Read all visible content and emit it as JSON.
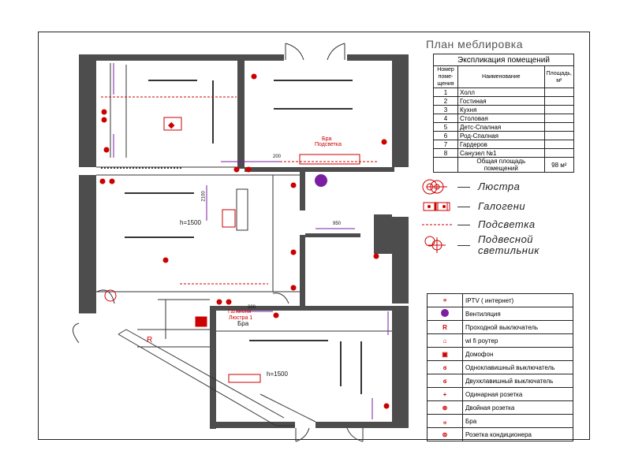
{
  "title": "План меблировка",
  "explication": {
    "header": "Экспликация помещений",
    "col_number": "Номер поме-щения",
    "col_name": "Наименование",
    "col_area": "Площадь, м²",
    "rows": [
      {
        "num": "1",
        "name": "Холл"
      },
      {
        "num": "2",
        "name": "Гостиная"
      },
      {
        "num": "3",
        "name": "Кухня"
      },
      {
        "num": "4",
        "name": "Столовая"
      },
      {
        "num": "5",
        "name": "Детс-Спалная"
      },
      {
        "num": "6",
        "name": "Род-Спалная"
      },
      {
        "num": "7",
        "name": "Гардеров"
      },
      {
        "num": "8",
        "name": "Санузел №1"
      }
    ],
    "total_label": "Общая площадь помещений",
    "total_value": "98 м²"
  },
  "legend_lights": [
    {
      "icon": "chandelier-icon",
      "label": "Люстра"
    },
    {
      "icon": "halogen-icon",
      "label": "Галогени"
    },
    {
      "icon": "backlight-icon",
      "label": "Подсветка"
    },
    {
      "icon": "pendant-lamp-icon",
      "label": "Подвесной светильник"
    }
  ],
  "legend_electric": [
    {
      "icon": "iptv-icon",
      "label": "IPTV ( интернет)"
    },
    {
      "icon": "ventilation-icon",
      "label": "Вентиляция"
    },
    {
      "icon": "pass-switch-icon",
      "label": "Проходной выключатель"
    },
    {
      "icon": "wifi-router-icon",
      "label": "wi fi роутер"
    },
    {
      "icon": "intercom-icon",
      "label": "Домофон"
    },
    {
      "icon": "single-switch-icon",
      "label": "Одноклавишный выключатель"
    },
    {
      "icon": "double-switch-icon",
      "label": "Двухклавишный выключатель"
    },
    {
      "icon": "single-socket-icon",
      "label": "Одинарная розетка"
    },
    {
      "icon": "double-socket-icon",
      "label": "Двойная розетка"
    },
    {
      "icon": "sconce-icon",
      "label": "Бра"
    },
    {
      "icon": "ac-socket-icon",
      "label": "Розетка кондиционера"
    }
  ],
  "plan": {
    "labels": {
      "bra_1": "Бра",
      "podsvetka_1": "Подсветка",
      "dim_200_a": "200",
      "dim_2100": "2100",
      "h1500_a": "h=1500",
      "dim_950": "950",
      "dim_200_b": "200",
      "galogeny": "Галогени",
      "lyustra_1": "Люстра 1",
      "bra_2": "Бра",
      "h1500_b": "h=1500",
      "pass_r": "R"
    },
    "colors": {
      "wall": "#4d4d4d",
      "accent": "#cc0000",
      "vent": "#7a1fa2"
    }
  }
}
